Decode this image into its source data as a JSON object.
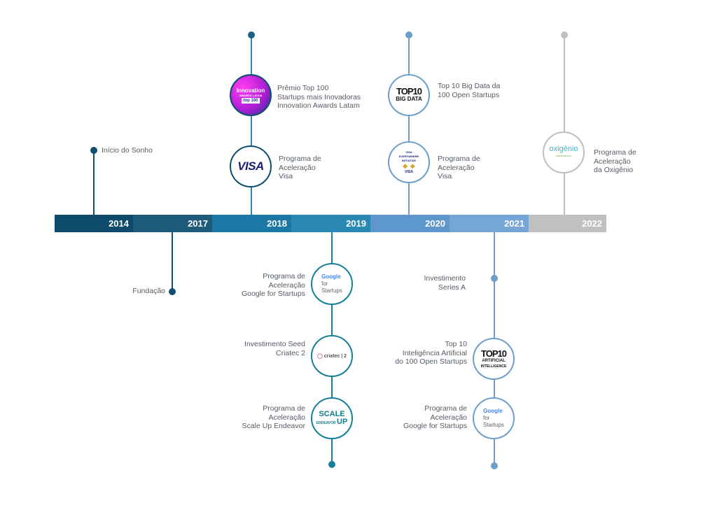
{
  "years": [
    {
      "label": "2014",
      "color": "#0d4a6b"
    },
    {
      "label": "2017",
      "color": "#1e5a7a"
    },
    {
      "label": "2018",
      "color": "#1a77a6"
    },
    {
      "label": "2019",
      "color": "#2a89b3"
    },
    {
      "label": "2020",
      "color": "#5e97cb"
    },
    {
      "label": "2021",
      "color": "#75a6d6"
    },
    {
      "label": "2022",
      "color": "#c0c0c0"
    }
  ],
  "events": {
    "inicio": "Início do Sonho",
    "fundacao": "Fundação",
    "premio": [
      "Prêmio Top 100",
      "Startups mais Inovadoras",
      "Innovation Awards Latam"
    ],
    "visa2018": [
      "Programa de",
      "Aceleração",
      "Visa"
    ],
    "google2019": [
      "Programa de",
      "Aceleração",
      "Google for Startups"
    ],
    "criatec": [
      "Investimento Seed",
      "Criatec 2"
    ],
    "scaleup": [
      "Programa de",
      "Aceleração",
      "Scale Up Endeavor"
    ],
    "bigdata": [
      "Top 10 Big Data da",
      "100 Open Startups"
    ],
    "visa2020": [
      "Programa de",
      "Aceleração",
      "Visa"
    ],
    "seriesa": [
      "Investimento",
      "Series A"
    ],
    "ai": [
      "Top 10",
      "Inteligência Artificial",
      "do 100 Open Startups"
    ],
    "google2021": [
      "Programa de",
      "Aceleração",
      "Google for Startups"
    ],
    "oxigenio": [
      "Programa de",
      "Aceleração",
      "da Oxigênio"
    ]
  },
  "logos": {
    "innovation": {
      "title": "Innovation",
      "sub": "AWARDS LATAM",
      "top": "top",
      "num": "100"
    },
    "visa": "VISA",
    "google": {
      "g": "Google",
      "sub": "for",
      "sub2": "Startups"
    },
    "criatec": "criatec | 2",
    "scaleup": {
      "a": "SCALE",
      "b": "ENDEAVOR",
      "c": "UP"
    },
    "top10bigdata": {
      "a": "TOP10",
      "b": "BIG DATA"
    },
    "visainit": {
      "a": "VISA",
      "b": "EVERYWHERE",
      "c": "INITIATIVE",
      "d": "VISA"
    },
    "top10ai": {
      "a": "TOP10",
      "b": "ARTIFICIAL",
      "c": "INTELLIGENCE"
    },
    "oxigenio": {
      "a": "oxigênio",
      "b": "aceleradora"
    }
  }
}
